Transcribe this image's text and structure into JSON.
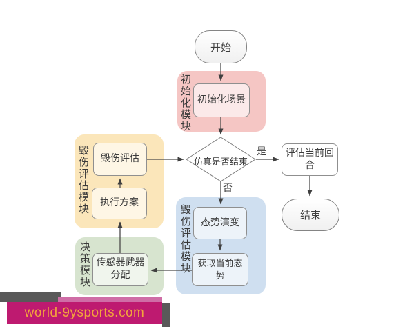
{
  "diagram": {
    "start": {
      "label": "开始"
    },
    "decision_diamond": {
      "label": "仿真是否结束"
    },
    "branch_labels": {
      "yes": "是",
      "no": "否"
    },
    "eval_round": {
      "label": "评估当前回合"
    },
    "end": {
      "label": "结束"
    },
    "modules": {
      "init": {
        "label": "初始化模块",
        "color": "#f5c6c4",
        "nodes": {
          "init_scene": {
            "label": "初始化场景"
          }
        }
      },
      "damage_eval_left": {
        "label": "毁伤评估模块",
        "color": "#fbe6ba",
        "nodes": {
          "damage_assess": {
            "label": "毁伤评估"
          },
          "exec_plan": {
            "label": "执行方案"
          }
        }
      },
      "decision": {
        "label": "决策模块",
        "color": "#d7e4cf",
        "nodes": {
          "sensor_weapon": {
            "label": "传感器武器分配"
          }
        }
      },
      "damage_eval_right": {
        "label": "毁伤评估模块",
        "color": "#cfdff0",
        "nodes": {
          "situation_evolve": {
            "label": "态势演变"
          },
          "get_situation": {
            "label": "获取当前态势"
          }
        }
      }
    },
    "line_color": "#4a4a4a"
  },
  "watermark": {
    "text": "world-9ysports.com",
    "background": "#be1a70",
    "text_color": "#f2a43c",
    "shadow_color": "#595959",
    "highlight_color": "#cf6da6"
  }
}
